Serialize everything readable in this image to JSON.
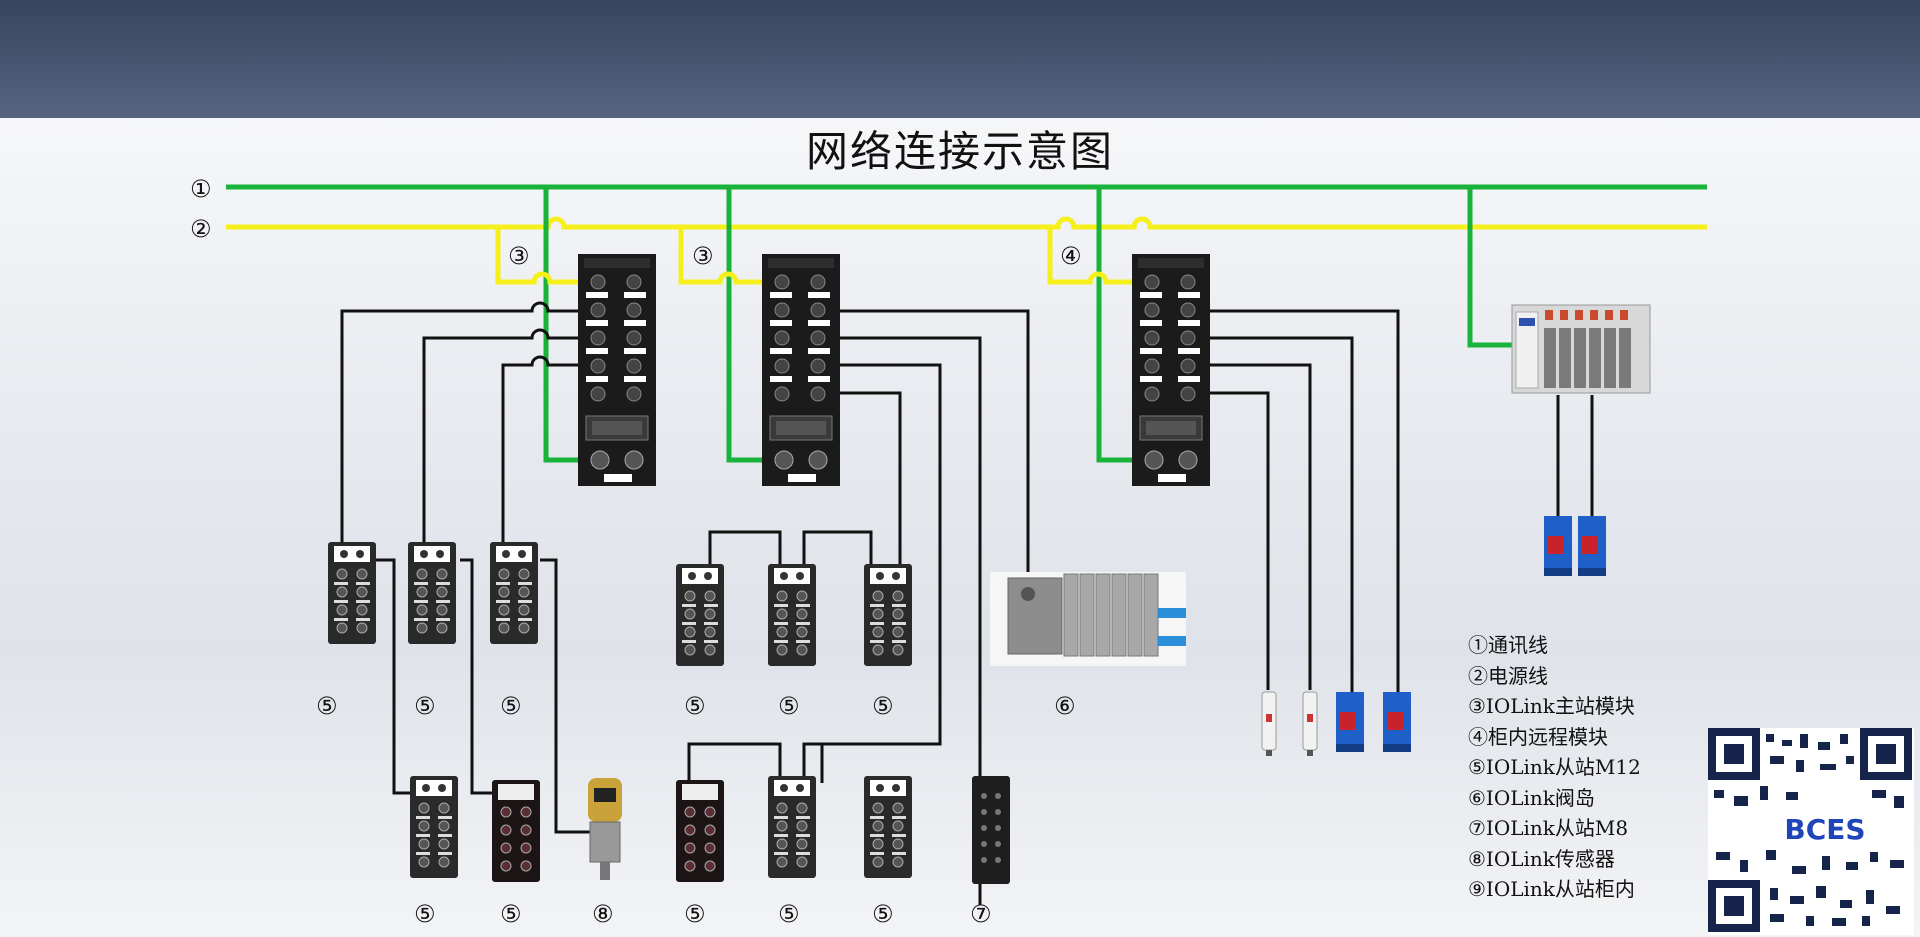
{
  "title": "网络连接示意图",
  "markers": {
    "m1": "①",
    "m2": "②",
    "m3": "③",
    "m4": "④",
    "m5": "⑤",
    "m6": "⑥",
    "m7": "⑦",
    "m8": "⑧"
  },
  "legend": [
    "①通讯线",
    "②电源线",
    "③IOLink主站模块",
    "④柜内远程模块",
    "⑤IOLink从站M12",
    "⑥IOLink阀岛",
    "⑦IOLink从站M8",
    "⑧IOLink传感器",
    "⑨IOLink从站柜内"
  ],
  "logo_text": "BCES",
  "colors": {
    "comm_line": "#19b23b",
    "power_line": "#f5f01c",
    "signal_line": "#111111",
    "header": "#44526b"
  }
}
